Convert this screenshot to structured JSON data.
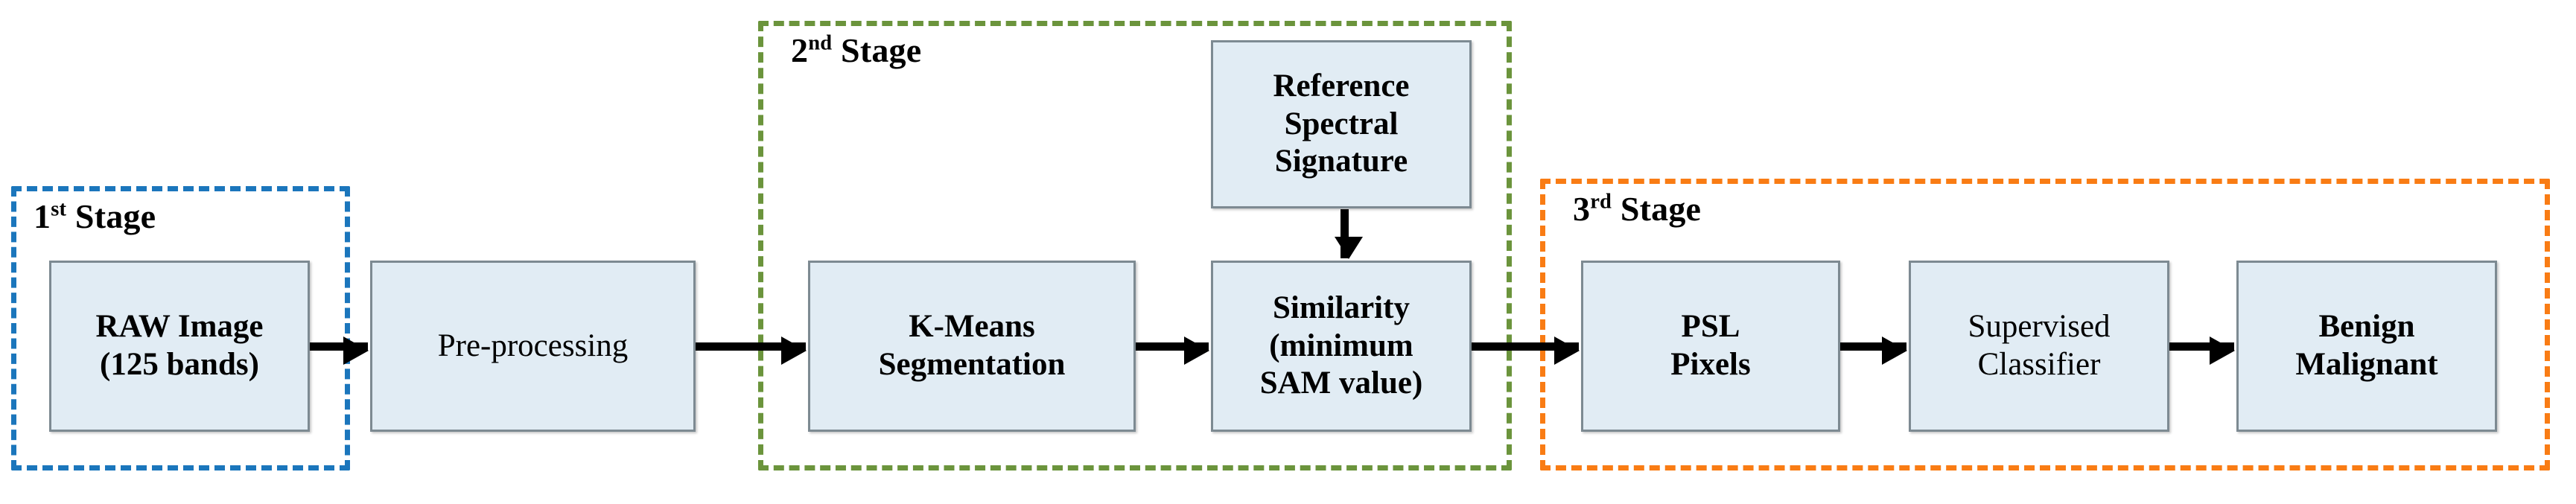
{
  "diagram": {
    "title": "Three-stage hyperspectral skin lesion classification pipeline",
    "colors": {
      "stage1_border": "#1b76bc",
      "stage2_border": "#6b943c",
      "stage3_border": "#f97c14",
      "node_fill": "#e1ecf4",
      "node_border": "#7d8a92",
      "arrow": "#000000",
      "background": "#ffffff"
    },
    "stages": [
      {
        "id": "stage-1",
        "ordinal": "1",
        "suffix": "st",
        "word": "Stage",
        "color": "#1b76bc"
      },
      {
        "id": "stage-2",
        "ordinal": "2",
        "suffix": "nd",
        "word": "Stage",
        "color": "#6b943c"
      },
      {
        "id": "stage-3",
        "ordinal": "3",
        "suffix": "rd",
        "word": "Stage",
        "color": "#f97c14"
      }
    ],
    "nodes": [
      {
        "id": "raw-image",
        "lines": [
          "RAW Image",
          "(125 bands)"
        ],
        "bold": true,
        "stage": "stage-1"
      },
      {
        "id": "pre-processing",
        "lines": [
          "Pre-processing"
        ],
        "bold": false,
        "stage": "stage-1"
      },
      {
        "id": "kmeans-segmentation",
        "lines": [
          "K-Means",
          "Segmentation"
        ],
        "bold": true,
        "stage": "stage-2"
      },
      {
        "id": "reference-spectral-signature",
        "lines": [
          "Reference",
          "Spectral",
          "Signature"
        ],
        "bold": true,
        "stage": "stage-2"
      },
      {
        "id": "similarity",
        "lines": [
          "Similarity",
          "(minimum",
          "SAM value)"
        ],
        "bold": true,
        "stage": "stage-2"
      },
      {
        "id": "psl-pixels",
        "lines": [
          "PSL",
          "Pixels"
        ],
        "bold": true,
        "stage": "stage-3"
      },
      {
        "id": "supervised-classifier",
        "lines": [
          "Supervised",
          "Classifier"
        ],
        "bold": false,
        "stage": "stage-3"
      },
      {
        "id": "benign-malignant",
        "lines": [
          "Benign",
          "Malignant"
        ],
        "bold": true,
        "stage": "stage-3"
      }
    ],
    "edges": [
      {
        "id": "edge-raw-to-pre",
        "from": "raw-image",
        "to": "pre-processing",
        "direction": "right"
      },
      {
        "id": "edge-pre-to-kmeans",
        "from": "pre-processing",
        "to": "kmeans-segmentation",
        "direction": "right"
      },
      {
        "id": "edge-kmeans-to-similarity",
        "from": "kmeans-segmentation",
        "to": "similarity",
        "direction": "right"
      },
      {
        "id": "edge-reference-to-similarity",
        "from": "reference-spectral-signature",
        "to": "similarity",
        "direction": "down"
      },
      {
        "id": "edge-similarity-to-psl",
        "from": "similarity",
        "to": "psl-pixels",
        "direction": "right"
      },
      {
        "id": "edge-psl-to-classifier",
        "from": "psl-pixels",
        "to": "supervised-classifier",
        "direction": "right"
      },
      {
        "id": "edge-classifier-to-result",
        "from": "supervised-classifier",
        "to": "benign-malignant",
        "direction": "right"
      }
    ]
  }
}
